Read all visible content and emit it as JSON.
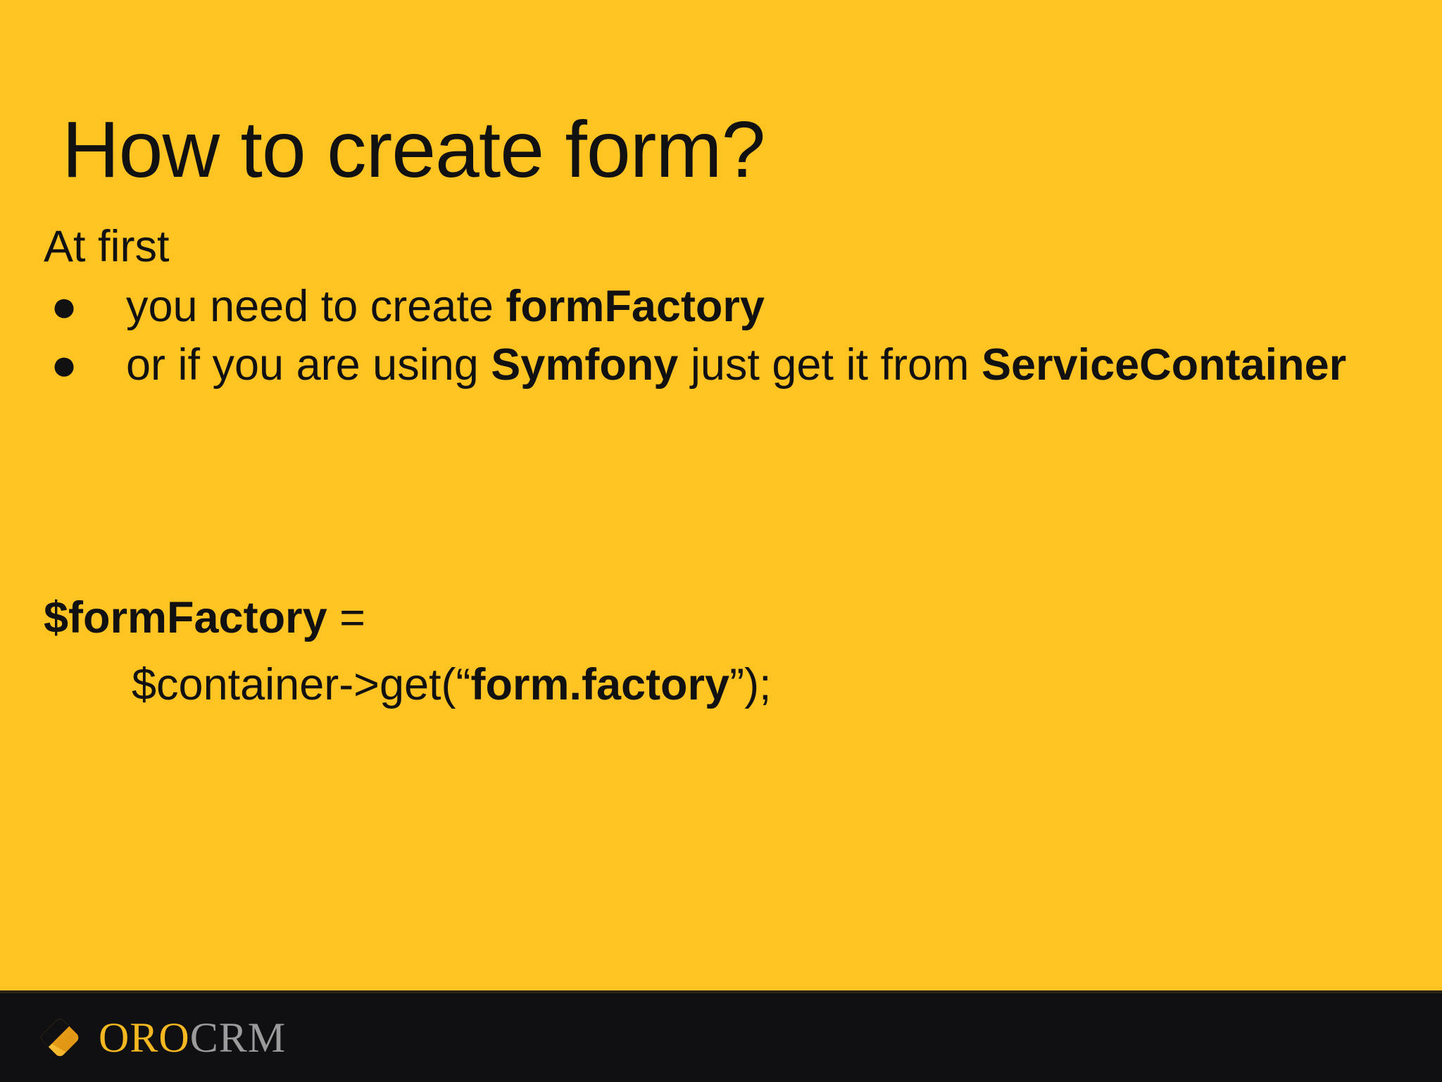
{
  "slide": {
    "background_color": "#ffc422",
    "text_color": "#111111",
    "title": "How to create form?",
    "lead_line": "At first",
    "bullets": [
      {
        "marker": "bullet-dot",
        "marker_glyph": "●",
        "text_before": "you need to create ",
        "text_bold": "formFactory",
        "text_after": ""
      },
      {
        "marker": "bullet-dot",
        "marker_glyph": "●",
        "text_before": "or if you are using ",
        "text_bold": "Symfony",
        "text_after": " just get it from ",
        "text_bold_2": "ServiceContainer"
      }
    ],
    "code": {
      "line1_var": "$formFactory",
      "line1_op": " =",
      "line2_before": "$container->get(“",
      "line2_bold": "form.factory",
      "line2_after": "”);"
    }
  },
  "footer": {
    "background_color": "#100F11",
    "logo_mark_name": "orocrm-diamond-logo",
    "brand_primary": "ORO",
    "brand_secondary": "CRM",
    "brand_primary_color": "#f5b820",
    "brand_secondary_color": "#9b9b9b"
  }
}
